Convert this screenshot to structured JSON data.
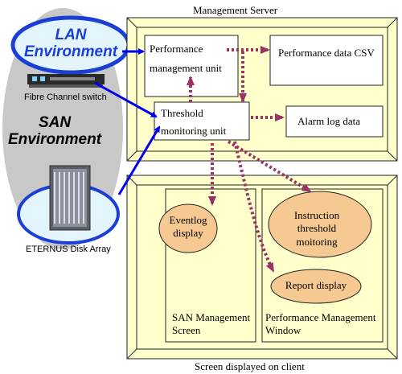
{
  "environments": {
    "lan_line1": "LAN",
    "lan_line2": "Environment",
    "san_line1": "SAN",
    "san_line2": "Environment",
    "fibre_channel_switch": "Fibre Channel switch",
    "disk_array": "ETERNUS Disk Array"
  },
  "management_server": {
    "title": "Management Server",
    "performance_unit": "Performance management unit",
    "threshold_unit": "Threshold monitoring unit",
    "performance_data": "Performance data CSV",
    "alarm_log": "Alarm log data"
  },
  "client": {
    "title": "Screen displayed on client",
    "san_screen": "SAN Management Screen",
    "performance_window": "Performance Management Window",
    "eventlog_display": "Eventlog display",
    "instruction_threshold": "Instruction threshold moitoring",
    "report_display": "Report display"
  },
  "colors": {
    "panel_fill": "#ffffcc",
    "oval_fill": "#f5c991",
    "cloud_fill": "#c8c8c8",
    "lan_oval_fill": "#e3f4fc",
    "lan_text": "#1a3fd6",
    "dotted_arrow": "#993366",
    "blue_arrow": "#0000ee"
  }
}
